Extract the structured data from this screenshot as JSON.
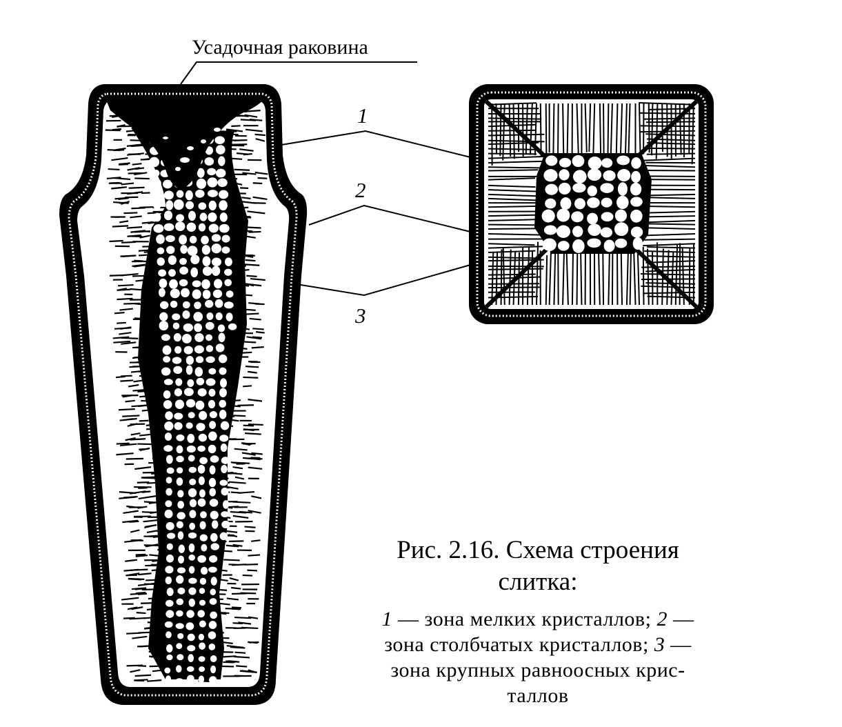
{
  "labels": {
    "shrinkage_cavity": "Усадочная раковина",
    "zone1_number": "1",
    "zone2_number": "2",
    "zone3_number": "3"
  },
  "caption": {
    "title_line1": "Рис. 2.16. Схема строения",
    "title_line2": "слитка:",
    "legend_line1_num1": "1",
    "legend_line1_text1": " — зона мелких кристаллов; ",
    "legend_line1_num2": "2",
    "legend_line1_text2": " —",
    "legend_line2_text1": "зона столбчатых кристаллов; ",
    "legend_line2_num3": "3",
    "legend_line2_text2": " —",
    "legend_line3": "зона крупных равноосных крис-",
    "legend_line4": "таллов"
  },
  "colors": {
    "ink": "#000000",
    "background": "#ffffff"
  }
}
